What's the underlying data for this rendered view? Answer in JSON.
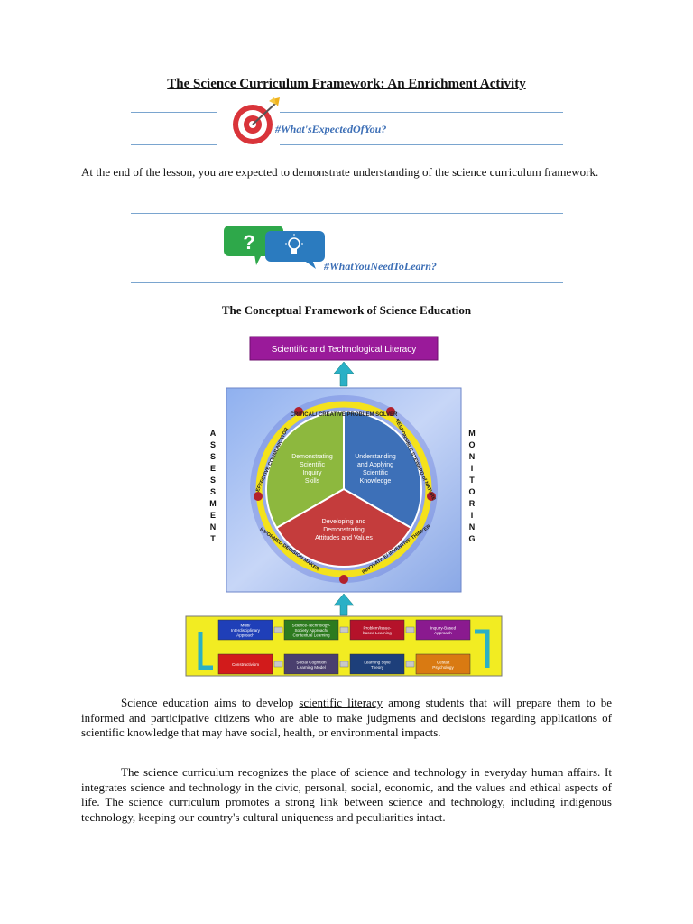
{
  "title": "The Science Curriculum Framework: An Enrichment Activity",
  "expected_tag": "#What'sExpectedOfYou?",
  "expected_text": "At the end of the lesson, you are expected to demonstrate understanding of the science curriculum framework.",
  "learn_tag": "#WhatYouNeedToLearn?",
  "figure_title": "The Conceptual Framework of Science Education",
  "figure": {
    "top_banner": "Scientific and Technological Literacy",
    "left_label": [
      "A",
      "S",
      "S",
      "E",
      "S",
      "S",
      "M",
      "E",
      "N",
      "T"
    ],
    "right_label": [
      "M",
      "O",
      "N",
      "I",
      "T",
      "O",
      "R",
      "I",
      "N",
      "G"
    ],
    "ring_top": "CRITICAL/ CREATIVE PROBLEM SOLVER",
    "ring_right": "RESPONSIBLE STEWARD of NATURE",
    "ring_bottom_right": "INNOVATIVE/ INVENTIVE THINKER",
    "ring_bottom_left": "INFORMED DECISION MAKER",
    "ring_left": "EFFECTIVE COMMUNICATOR",
    "sector_green": [
      "Demonstrating",
      "Scientific",
      "Inquiry",
      "Skills"
    ],
    "sector_blue": [
      "Understanding",
      "and Applying",
      "Scientific",
      "Knowledge"
    ],
    "sector_red": [
      "Developing and",
      "Demonstrating",
      "Attitudes and Values"
    ],
    "approaches_row1": [
      {
        "lines": [
          "Multi/",
          "Interdisciplinary",
          "Approach"
        ],
        "color": "#1f3fb8"
      },
      {
        "lines": [
          "Science-Technology-",
          "Society Approach/",
          "Contextual Learning"
        ],
        "color": "#2d7b1f"
      },
      {
        "lines": [
          "Problem/Issue-",
          "based Learning"
        ],
        "color": "#b5122a"
      },
      {
        "lines": [
          "Inquiry-Based",
          "Approach"
        ],
        "color": "#8a1a8f"
      }
    ],
    "approaches_row2": [
      {
        "lines": [
          "Constructivism"
        ],
        "color": "#d21b1b"
      },
      {
        "lines": [
          "Social Cognition",
          "Learning Model"
        ],
        "color": "#4a3f6e"
      },
      {
        "lines": [
          "Learning Style",
          "Theory"
        ],
        "color": "#1d3f7a"
      },
      {
        "lines": [
          "Gestalt",
          "Psychology"
        ],
        "color": "#d97a12"
      }
    ]
  },
  "para1_before": "Science education aims to develop ",
  "para1_link": "scientific literacy",
  "para1_after": " among students that will prepare them to be informed and participative citizens who are able to make judgments and decisions regarding applications of scientific knowledge that may have social, health, or environmental impacts.",
  "para2": "The science curriculum recognizes the place of science and technology in everyday human affairs. It integrates science and technology in the civic, personal, social, economic, and the values and ethical aspects of life. The science curriculum promotes a strong link between science and technology, including indigenous technology, keeping our country's cultural uniqueness and peculiarities intact.",
  "colors": {
    "rule": "#7aa5cf",
    "tag": "#3d6fb6",
    "banner": "#9a1a9a"
  }
}
